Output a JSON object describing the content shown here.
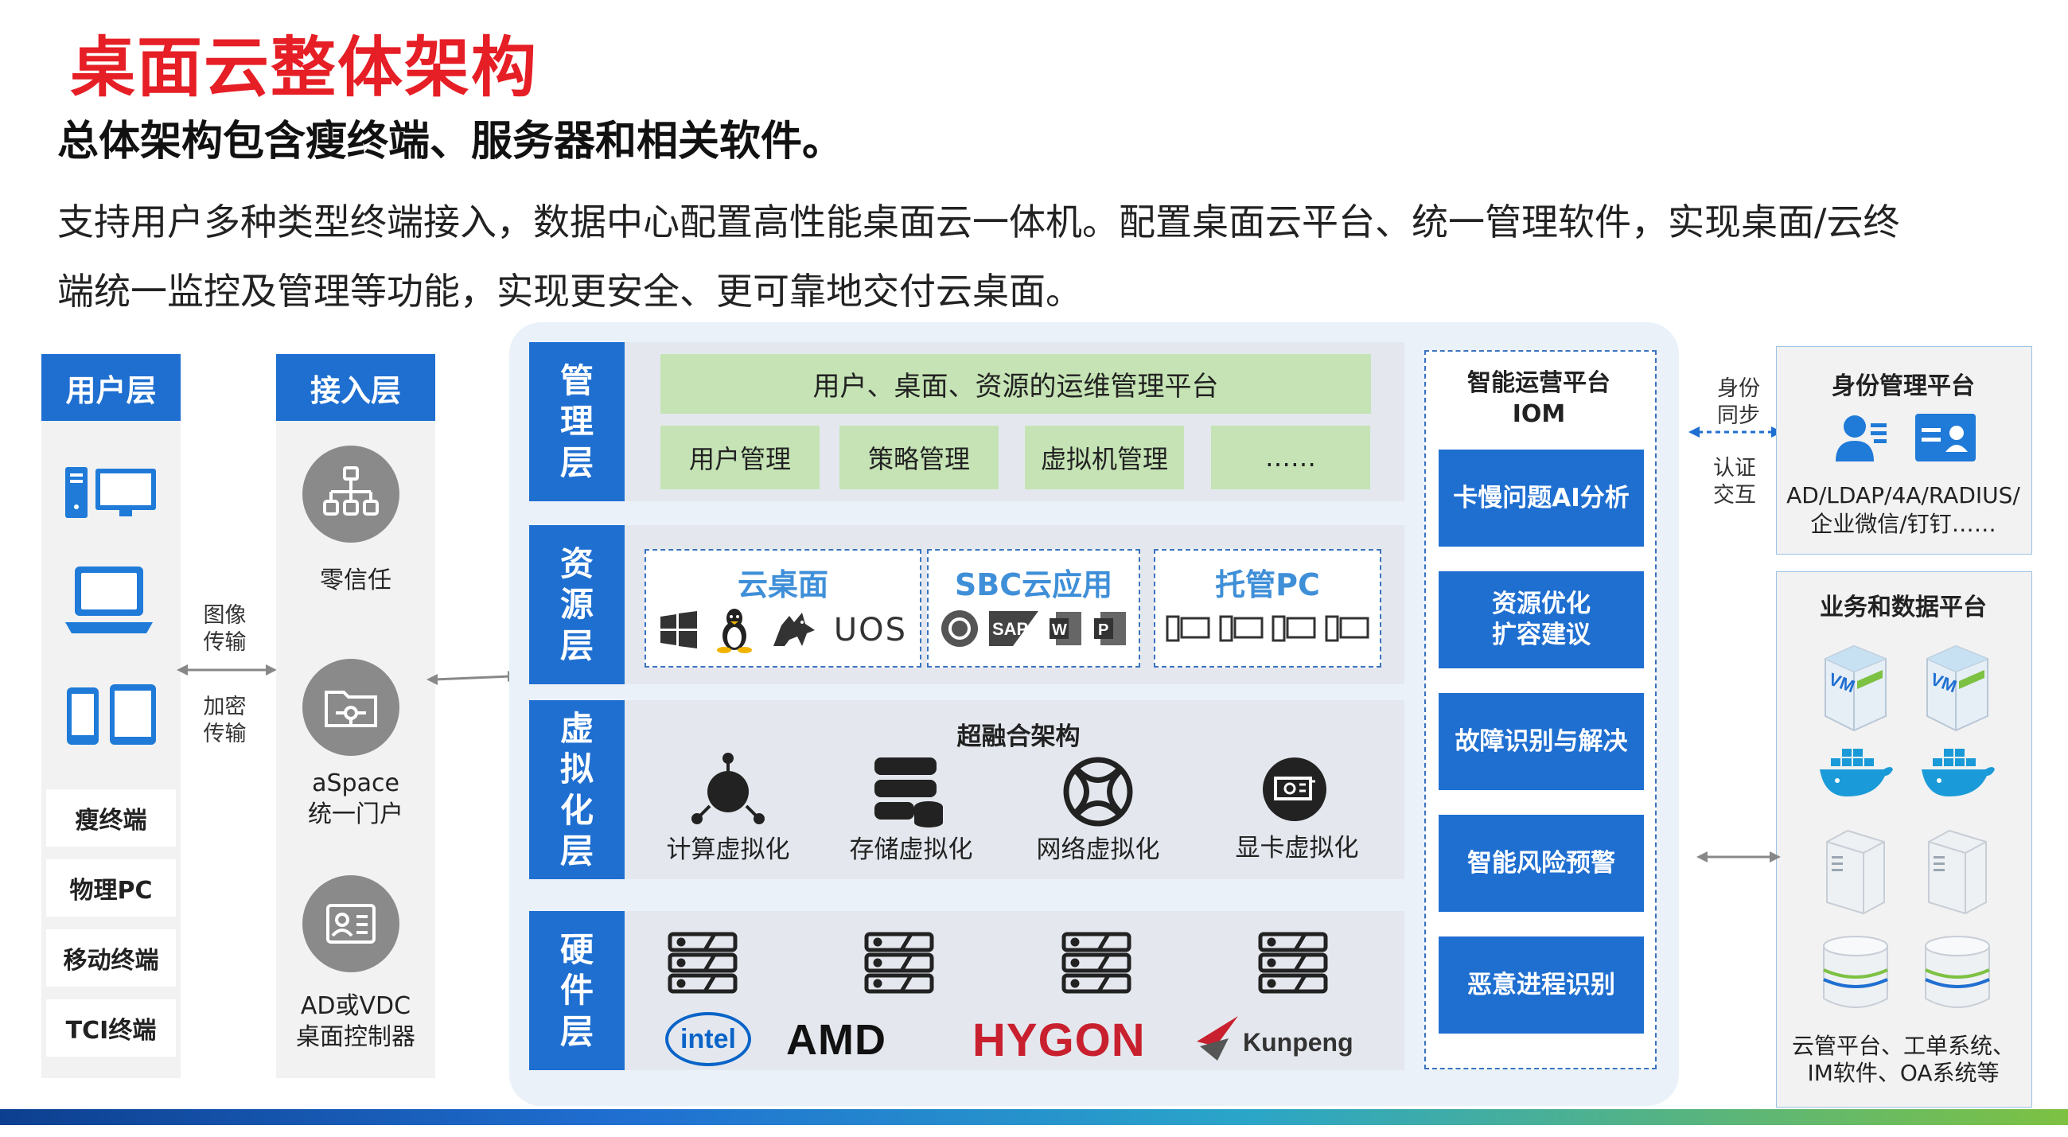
{
  "title": "桌面云整体架构",
  "subtitle": "总体架构包含瘦终端、服务器和相关软件。",
  "description": [
    "支持用户多种类型终端接入，数据中心配置高性能桌面云一体机。配置桌面云平台、统一管理软件，实现桌面/云终",
    "端统一监控及管理等功能，实现更安全、更可靠地交付云桌面。"
  ],
  "user_layer": {
    "header": "用户层",
    "terminals": [
      "瘦终端",
      "物理PC",
      "移动终端",
      "TCI终端"
    ]
  },
  "transfer": {
    "image_label": [
      "图像",
      "传输"
    ],
    "encrypt_label": [
      "加密",
      "传输"
    ]
  },
  "access_layer": {
    "header": "接入层",
    "items": [
      {
        "label": [
          "零信任"
        ],
        "icon": "org-chart-icon"
      },
      {
        "label": [
          "aSpace",
          "统一门户"
        ],
        "icon": "folder-network-icon"
      },
      {
        "label": [
          "AD或VDC",
          "桌面控制器"
        ],
        "icon": "id-card-icon"
      }
    ]
  },
  "management_layer": {
    "label": [
      "管",
      "理",
      "层"
    ],
    "platform": "用户、桌面、资源的运维管理平台",
    "items": [
      "用户管理",
      "策略管理",
      "虚拟机管理",
      "……"
    ]
  },
  "resource_layer": {
    "label": [
      "资",
      "源",
      "层"
    ],
    "boxes": [
      {
        "title": "云桌面",
        "logos": [
          "windows-icon",
          "linux-icon",
          "deepin-icon"
        ],
        "text": "UOS"
      },
      {
        "title": "SBC云应用",
        "logos": [
          "circle-app-icon",
          "sap-icon",
          "word-icon",
          "powerpoint-icon"
        ]
      },
      {
        "title": "托管PC",
        "logos": [
          "pc-icon",
          "pc-icon",
          "pc-icon",
          "pc-icon"
        ]
      }
    ]
  },
  "virtual_layer": {
    "label": [
      "虚",
      "拟",
      "化",
      "层"
    ],
    "heading": "超融合架构",
    "items": [
      "计算虚拟化",
      "存储虚拟化",
      "网络虚拟化",
      "显卡虚拟化"
    ]
  },
  "hardware_layer": {
    "label": [
      "硬",
      "件",
      "层"
    ],
    "brands": [
      "intel",
      "AMD",
      "HYGON",
      "Kunpeng"
    ]
  },
  "iom": {
    "title": [
      "智能运营平台",
      "IOM"
    ],
    "buttons": [
      [
        "卡慢问题AI分析"
      ],
      [
        "资源优化",
        "扩容建议"
      ],
      [
        "故障识别与解决"
      ],
      [
        "智能风险预警"
      ],
      [
        "恶意进程识别"
      ]
    ]
  },
  "identity_sync": {
    "top": [
      "身份",
      "同步"
    ],
    "bottom": [
      "认证",
      "交互"
    ]
  },
  "identity_platform": {
    "title": "身份管理平台",
    "text": [
      "AD/LDAP/4A/RADIUS/",
      "企业微信/钉钉……"
    ]
  },
  "business_platform": {
    "title": "业务和数据平台",
    "text": [
      "云管平台、工单系统、",
      "IM软件、OA系统等"
    ]
  },
  "colors": {
    "title_red": "#e61e25",
    "layer_blue": "#1f6fd1",
    "resource_title_blue": "#3f8fd8",
    "green_box": "#c5e3b4",
    "amd_black": "#111111",
    "hygon_red": "#c8202e",
    "intel_blue": "#0a64c8"
  }
}
